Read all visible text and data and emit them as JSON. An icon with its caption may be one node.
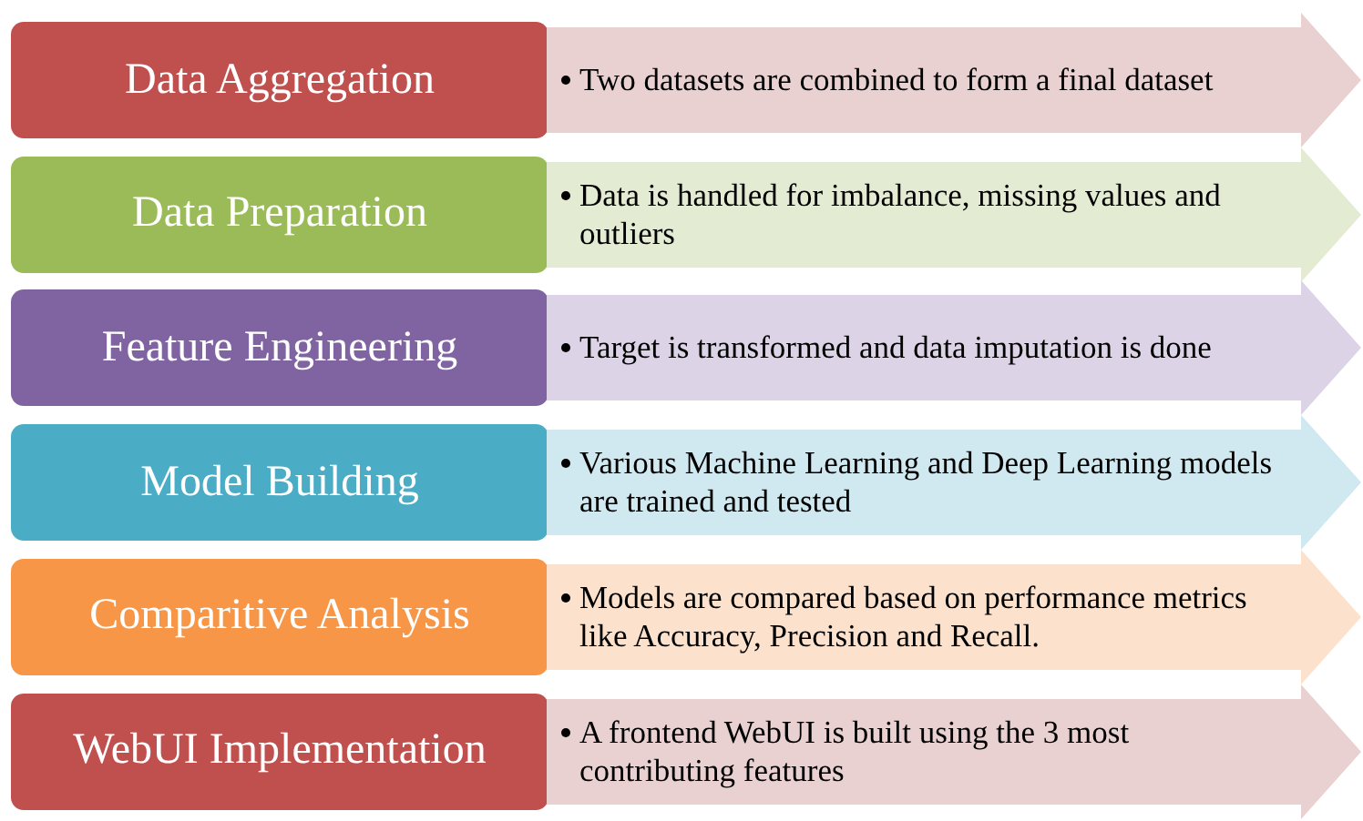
{
  "diagram": {
    "nodes": [
      {
        "text": [
          "Data Aggregation"
        ]
      },
      {
        "text": [
          "Two datasets are combined to form a final dataset"
        ]
      },
      {
        "text": [
          "Data Preparation"
        ]
      },
      {
        "text": [
          "Data is handled for imbalance, missing values and outliers"
        ]
      },
      {
        "text": [
          "Feature Engineering"
        ]
      },
      {
        "text": [
          "Target is transformed and data imputation is done"
        ]
      },
      {
        "text": [
          "Model Building"
        ]
      },
      {
        "text": [
          "Various Machine Learning and Deep Learning models are trained and tested"
        ]
      },
      {
        "text": [
          "Comparitive Analysis"
        ]
      },
      {
        "text": [
          "Models are compared based on performance metrics like Accuracy, Precision and Recall."
        ]
      },
      {
        "text": [
          "WebUI Implementation"
        ]
      },
      {
        "text": [
          "A frontend WebUI is built using the 3 most contributing features"
        ]
      }
    ],
    "edges": []
  }
}
